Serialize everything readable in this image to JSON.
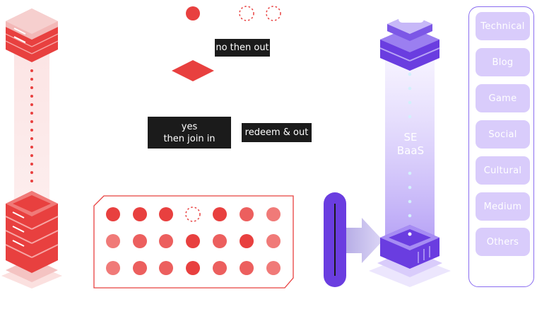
{
  "labels": {
    "no_then_out": "no then out",
    "yes_line1": "yes",
    "yes_line2": "then join in",
    "redeem_out": "redeem & out"
  },
  "se": {
    "line1": "SE",
    "line2": "BaaS"
  },
  "categories": [
    "Technical",
    "Blog",
    "Game",
    "Social",
    "Cultural",
    "Medium",
    "Others"
  ],
  "colors": {
    "red": "#e8403f",
    "red_light": "#f07a78",
    "purple": "#6a3de0",
    "purple_light": "#d9ccfb",
    "dark": "#1b1b1b"
  },
  "icons": [
    "server-stack-icon",
    "cloud-icon",
    "arrow-right-icon",
    "decision-diamond-icon"
  ]
}
